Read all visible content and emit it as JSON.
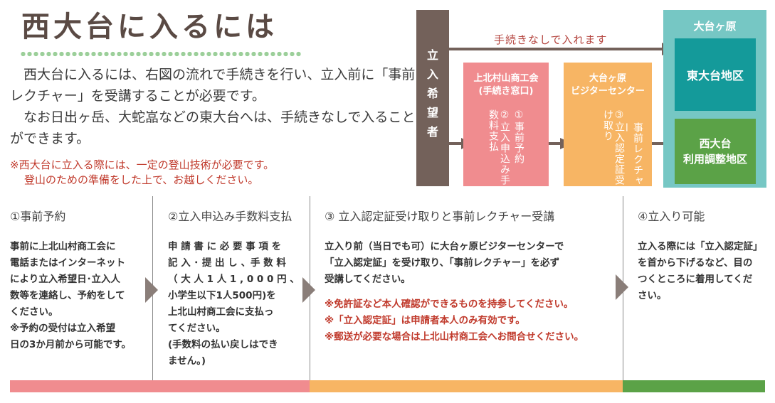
{
  "title": "西大台に入るには",
  "intro": [
    "西大台に入るには、右図の流れで手続きを行い、立入前に「事前レクチャー」を受講することが必要です。",
    "なお日出ヶ岳、大蛇嵓などの東大台へは、手続きなしで入ることができます。"
  ],
  "notice": {
    "line1": "※西大台に立入る際には、一定の登山技術が必要です。",
    "line2": "登山のための準備をした上で、お越しください。"
  },
  "diagram": {
    "applicant_chars": [
      "立",
      "入",
      "希",
      "望",
      "者"
    ],
    "direct_label": "手続きなしで入れます",
    "shokokai_title_1": "上北村山商工会",
    "shokokai_title_2": "(手続き窓口)",
    "step1_vertical": "①事前予約",
    "step2_vertical": "②立入申込み手数料支払",
    "center_title_1": "大台ヶ原",
    "center_title_2": "ビジターセンター",
    "step3_vertical_a": "③立入認定証受け取り",
    "step3_vertical_b": "事前レクチャー",
    "odaigahara": "大台ヶ原",
    "east": "東大台地区",
    "west_1": "西大台",
    "west_2": "利用調整地区"
  },
  "steps": [
    {
      "heading": "①事前予約",
      "body": [
        "事前に上北山村商工会に",
        "電話またはインターネット",
        "により立入希望日･立入人",
        "数等を連絡し、予約をして",
        "ください。",
        "※予約の受付は立入希望",
        "日の3か月前から可能です。"
      ]
    },
    {
      "heading": "②立入申込み手数料支払",
      "body": [
        "申 請 書 に 必 要 事 項 を",
        "記 入 ･ 提 出 し 、手 数 料",
        "（ 大 人 1 人 1 , 0 0 0 円 、",
        "小学生以下1人500円)を",
        "上北山村商工会に支払っ",
        "てください。",
        "(手数料の払い戻しはでき",
        "ません。)"
      ]
    },
    {
      "heading": "③ 立入認定証受け取りと事前レクチャー受講",
      "body": [
        "立入り前（当日でも可）に大台ヶ原ビジターセンターで",
        "「立入認定証」を受け取り、「事前レクチャー」を必ず",
        "受講してください。"
      ],
      "notes": [
        "※免許証など本人確認ができるものを持参してください。",
        "※「立入認定証」は申請者本人のみ有効です。",
        "※郵送が必要な場合は上北山村商工会へお問合せください。"
      ]
    },
    {
      "heading": "④立入り可能",
      "body": [
        "立入る際には「立入認定証」",
        "を首から下げるなど、目の",
        "つくところに着用してくだ",
        "さい。"
      ]
    }
  ],
  "colors": {
    "brown": "#73615a",
    "pink": "#f08c8f",
    "orange": "#f7b564",
    "teal": "#149a9a",
    "light_teal": "#76c7c4",
    "green": "#5ba247",
    "alert_red": "#c0392b"
  }
}
